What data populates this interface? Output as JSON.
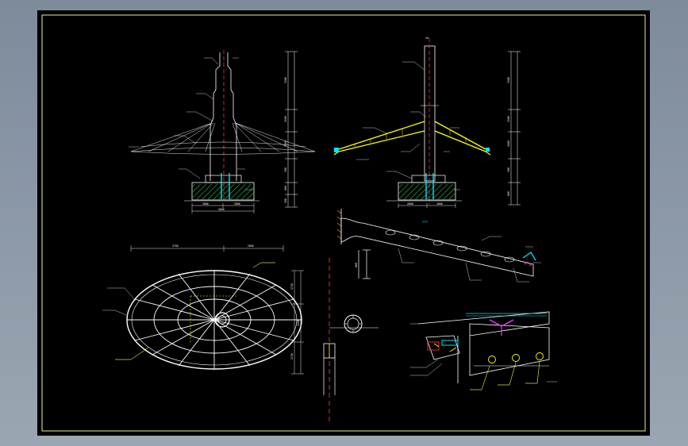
{
  "theme": {
    "desktop_bg": "#8e9aa7",
    "sheet_bg": "#000000",
    "frame": "#e8f08a",
    "line_white": "#ffffff",
    "line_yellow": "#ffff00",
    "line_red": "#ff3030",
    "line_cyan": "#00e5ff",
    "line_magenta": "#ff33ff",
    "hatch_green": "#22b04a",
    "line_orange": "#ff9a2a"
  },
  "labels": {
    "elev_dims_left": [
      "3500",
      "1500",
      "1900",
      "300",
      "600",
      "200"
    ],
    "elev_dims_right": [
      "3500",
      "1500",
      "1900",
      "300",
      "600"
    ],
    "base_dims_left": [
      "2800",
      "2800",
      "5600"
    ],
    "base_dims_right": [
      "2800",
      "2800"
    ],
    "plan_top_dims": [
      "3700",
      "2000"
    ],
    "plan_side_dims": [
      "1750",
      "3500",
      "1750"
    ],
    "top_mark": "±0",
    "beam_depth": "800"
  }
}
